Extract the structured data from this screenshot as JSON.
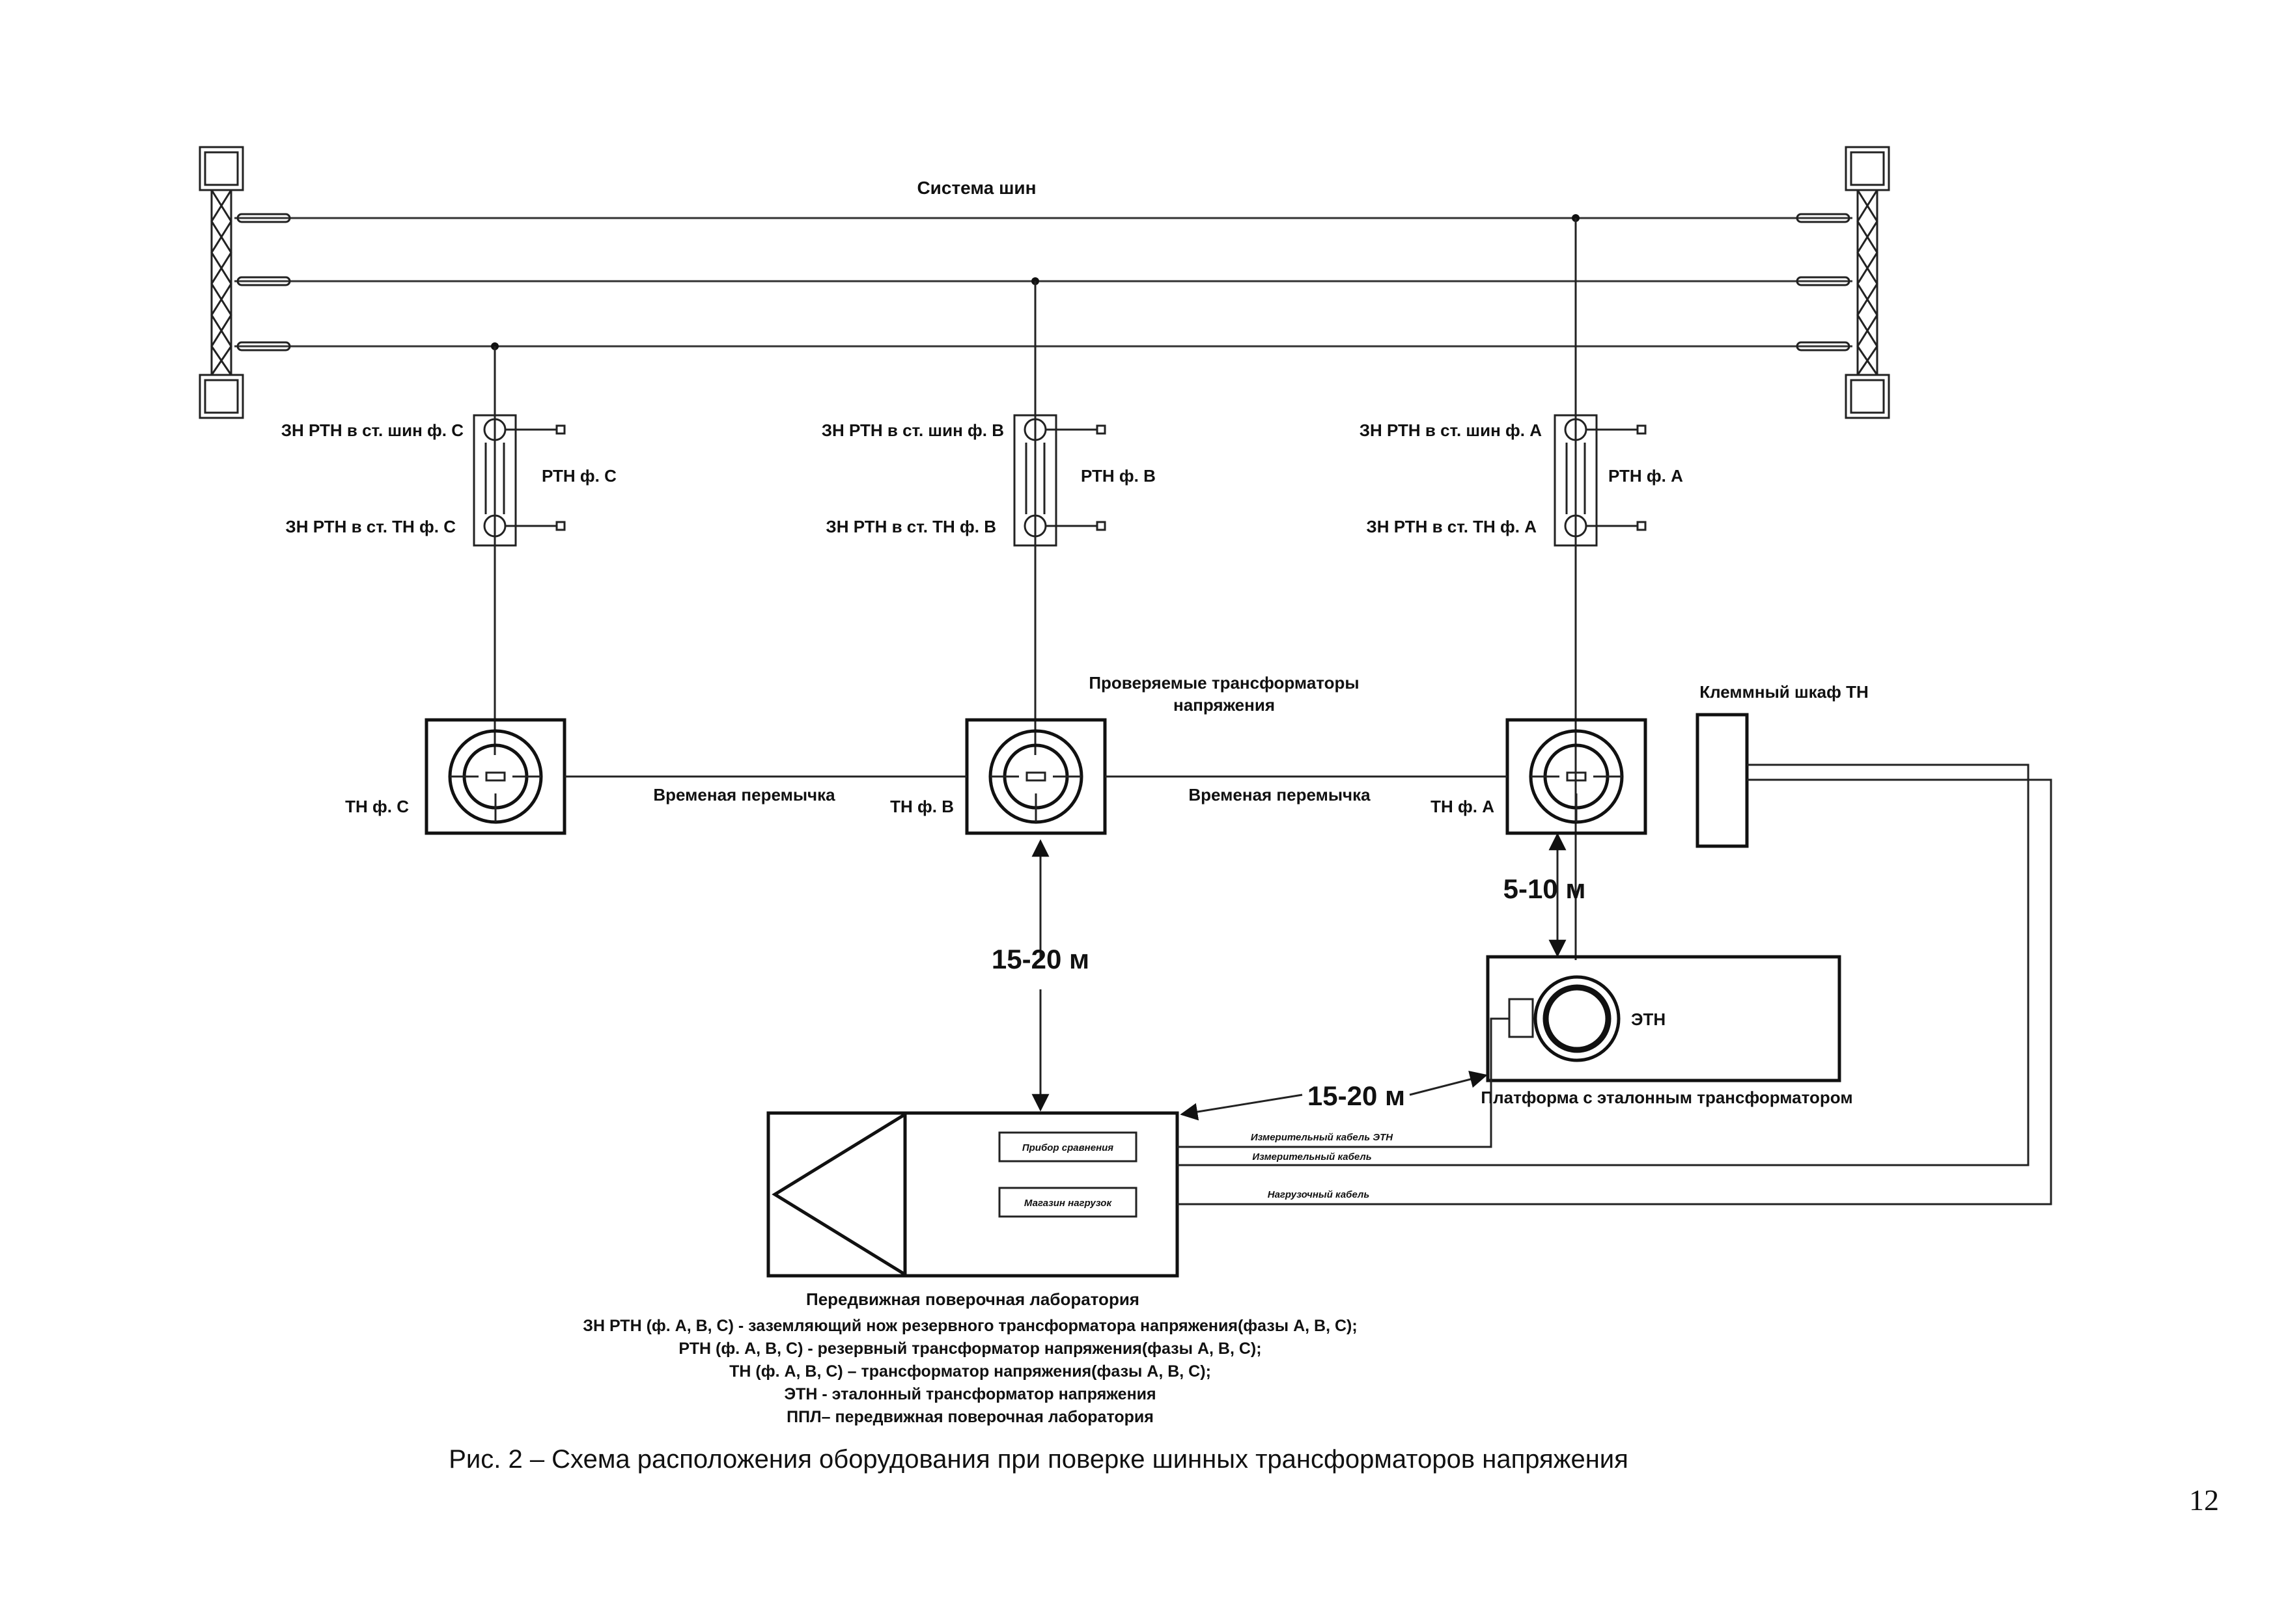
{
  "diagram": {
    "bus_title": "Система шин",
    "bays": [
      {
        "phase": "C",
        "zn_top": "ЗН РТН в ст. шин ф. С",
        "rtn": "РТН ф. С",
        "zn_bottom": "ЗН РТН в ст. ТН ф. С",
        "tn": "ТН ф. С"
      },
      {
        "phase": "B",
        "zn_top": "ЗН РТН в ст. шин ф. В",
        "rtn": "РТН ф. В",
        "zn_bottom": "ЗН РТН в ст. ТН ф. В",
        "tn": "ТН ф. В"
      },
      {
        "phase": "A",
        "zn_top": "ЗН РТН в ст. шин ф. А",
        "rtn": "РТН ф. А",
        "zn_bottom": "ЗН РТН в ст. ТН ф. А",
        "tn": "ТН ф. А"
      }
    ],
    "tested_tn_label": [
      "Проверяемые трансформаторы",
      "напряжения"
    ],
    "terminal_cabinet": "Клеммный шкаф ТН",
    "jumper_1": "Временая перемычка",
    "jumper_2": "Временая перемычка",
    "dist_lab_tn": "15-20 м",
    "dist_etn_tn": "5-10 м",
    "dist_lab_platform": "15-20 м",
    "etn": "ЭТН",
    "platform": "Платформа с эталонным трансформатором",
    "lab": {
      "title": "Передвижная поверочная лаборатория",
      "compare_device": "Прибор сравнения",
      "load_store": "Магазин нагрузок"
    },
    "cables": {
      "etn_measure": "Измерительный кабель ЭТН",
      "measure": "Измерительный кабель",
      "load": "Нагрузочный кабель"
    },
    "legend": [
      "ЗН РТН (ф. А, В, С) - заземляющий нож резервного трансформатора напряжения(фазы А, В, С);",
      "РТН (ф. А,  В, С) - резервный трансформатор напряжения(фазы А, В, С);",
      "ТН (ф. А, В, С) –  трансформатор напряжения(фазы А, В, С);",
      "ЭТН - эталонный трансформатор напряжения",
      "ППЛ– передвижная поверочная лаборатория"
    ],
    "caption": "Рис. 2 – Схема расположения оборудования при поверке шинных трансформаторов напряжения",
    "page_number": "12"
  }
}
